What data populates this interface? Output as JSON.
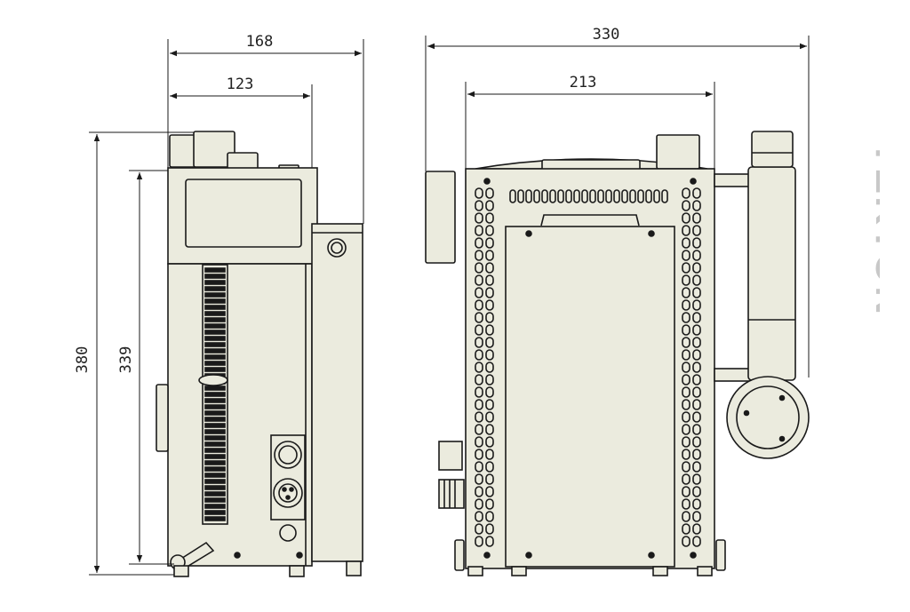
{
  "dimensions": {
    "overall_width_side": "168",
    "upper_width_side": "123",
    "overall_height": "380",
    "body_height": "339",
    "overall_width_front": "330",
    "body_width_front": "213"
  },
  "brand": {
    "logo_text": "TEKTON"
  },
  "colors": {
    "body_fill": "#ebebde",
    "outline": "#1a1a1a",
    "logo": "#c8c8c8"
  }
}
